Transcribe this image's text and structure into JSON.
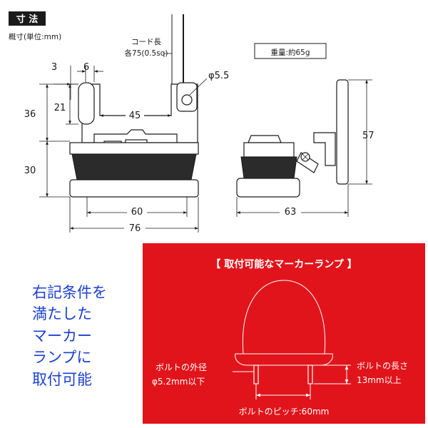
{
  "header": {
    "title": "寸 法",
    "subtitle": "概寸(単位:mm)"
  },
  "cord": {
    "line1": "コード長",
    "line2": "各75(0.5sq)"
  },
  "weight": {
    "label": "重量:約65g"
  },
  "front_view": {
    "dims": {
      "d3": "3",
      "d6": "6",
      "d21": "21",
      "d36": "36",
      "d30": "30",
      "d45": "45",
      "d60": "60",
      "d76": "76"
    },
    "hole": "φ5.5"
  },
  "side_view": {
    "dims": {
      "d57": "57",
      "d63": "63"
    }
  },
  "lamp_panel": {
    "title": "【 取付可能なマーカーランプ 】",
    "bolt_outer_line1": "ボルトの外径",
    "bolt_outer_line2": "φ5.2mm以下",
    "bolt_length_line1": "ボルトの長さ",
    "bolt_length_line2": "13mm以上",
    "bolt_pitch": "ボルトのピッチ:60mm",
    "bg_color": "#e1141b"
  },
  "note": {
    "lines": [
      "右記条件を",
      "満たした",
      "マーカー",
      "ランプに",
      "取付可能"
    ],
    "color": "#1b3fd1"
  }
}
